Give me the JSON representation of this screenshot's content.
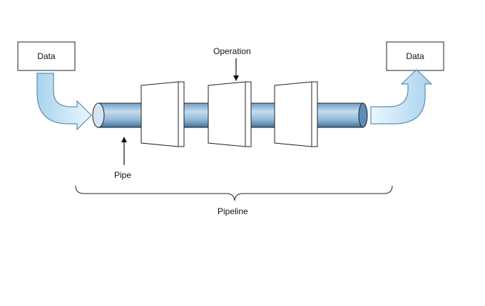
{
  "diagram": {
    "input_box_label": "Data",
    "output_box_label": "Data",
    "operation_label": "Operation",
    "pipe_label": "Pipe",
    "pipeline_label": "Pipeline"
  },
  "colors": {
    "arrow_fill": "#d8eefa",
    "arrow_stroke": "#5a8fb3",
    "pipe_light": "#c6dcef",
    "pipe_mid": "#8fb6d8",
    "pipe_dark": "#4e7fab",
    "operation_fill": "#ffffff",
    "stroke": "#222222"
  }
}
